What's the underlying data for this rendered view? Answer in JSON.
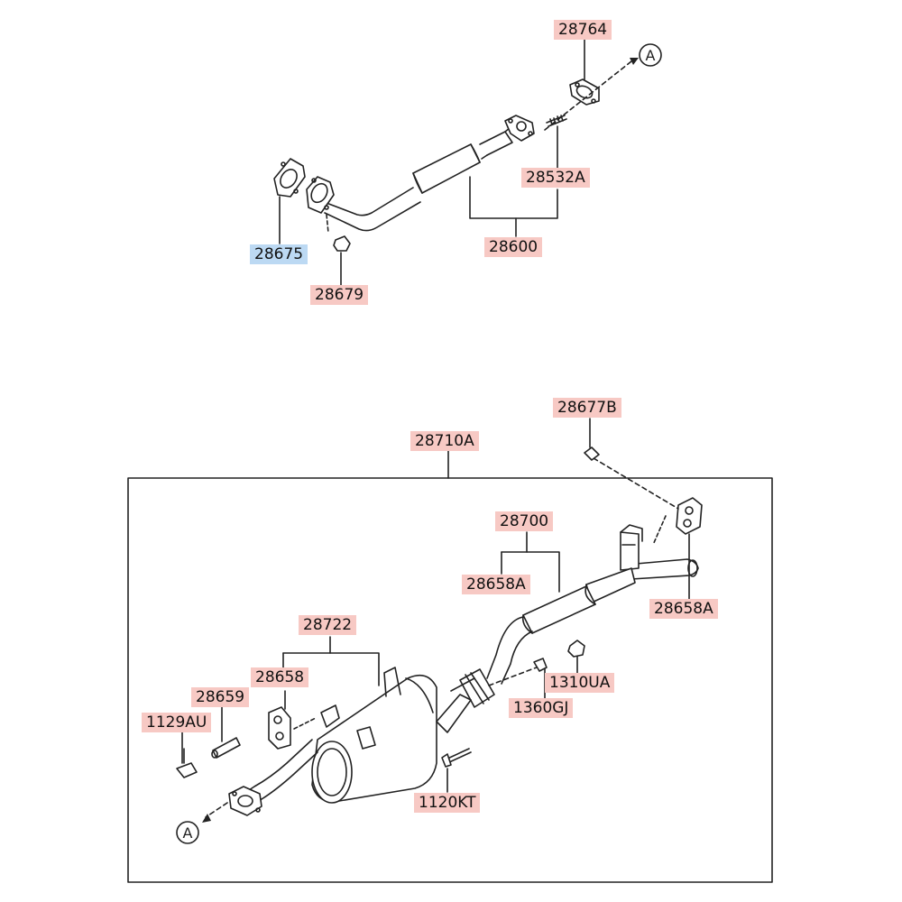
{
  "colors": {
    "label_highlight": "#f7c9c4",
    "label_highlight_selected": "#bcd9f3",
    "line": "#222222"
  },
  "callouts": {
    "a_top": "A",
    "a_bottom": "A"
  },
  "parts": {
    "p28764": "28764",
    "p28532A": "28532A",
    "p28600": "28600",
    "p28675": "28675",
    "p28679": "28679",
    "p28677B": "28677B",
    "p28710A": "28710A",
    "p28700": "28700",
    "p28658A_left": "28658A",
    "p28658A_right": "28658A",
    "p28722": "28722",
    "p28658": "28658",
    "p28659": "28659",
    "p1129AU": "1129AU",
    "p1310UA": "1310UA",
    "p1360GJ": "1360GJ",
    "p1120KT": "1120KT"
  }
}
